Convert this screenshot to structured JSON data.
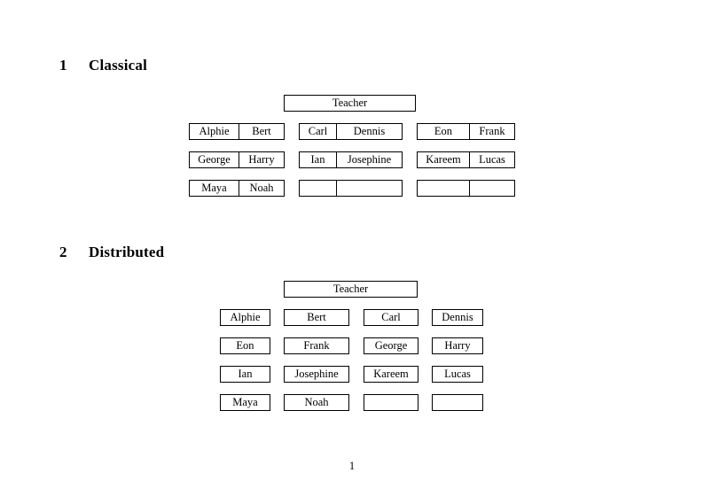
{
  "document": {
    "page_number": "1",
    "teacher_label": "Teacher"
  },
  "sections": [
    {
      "number": "1",
      "title": "Classical",
      "teacher": "Teacher",
      "groups": [
        {
          "row": 0,
          "cells": [
            [
              "Alphie",
              "Bert"
            ],
            [
              "Carl",
              "Dennis"
            ],
            [
              "Eon",
              "Frank"
            ]
          ]
        },
        {
          "row": 1,
          "cells": [
            [
              "George",
              "Harry"
            ],
            [
              "Ian",
              "Josephine"
            ],
            [
              "Kareem",
              "Lucas"
            ]
          ]
        },
        {
          "row": 2,
          "cells": [
            [
              "Maya",
              "Noah"
            ],
            [
              "",
              ""
            ],
            [
              "",
              ""
            ]
          ]
        }
      ]
    },
    {
      "number": "2",
      "title": "Distributed",
      "teacher": "Teacher",
      "rows": [
        [
          "Alphie",
          "Bert",
          "Carl",
          "Dennis"
        ],
        [
          "Eon",
          "Frank",
          "George",
          "Harry"
        ],
        [
          "Ian",
          "Josephine",
          "Kareem",
          "Lucas"
        ],
        [
          "Maya",
          "Noah",
          "",
          ""
        ]
      ]
    }
  ]
}
